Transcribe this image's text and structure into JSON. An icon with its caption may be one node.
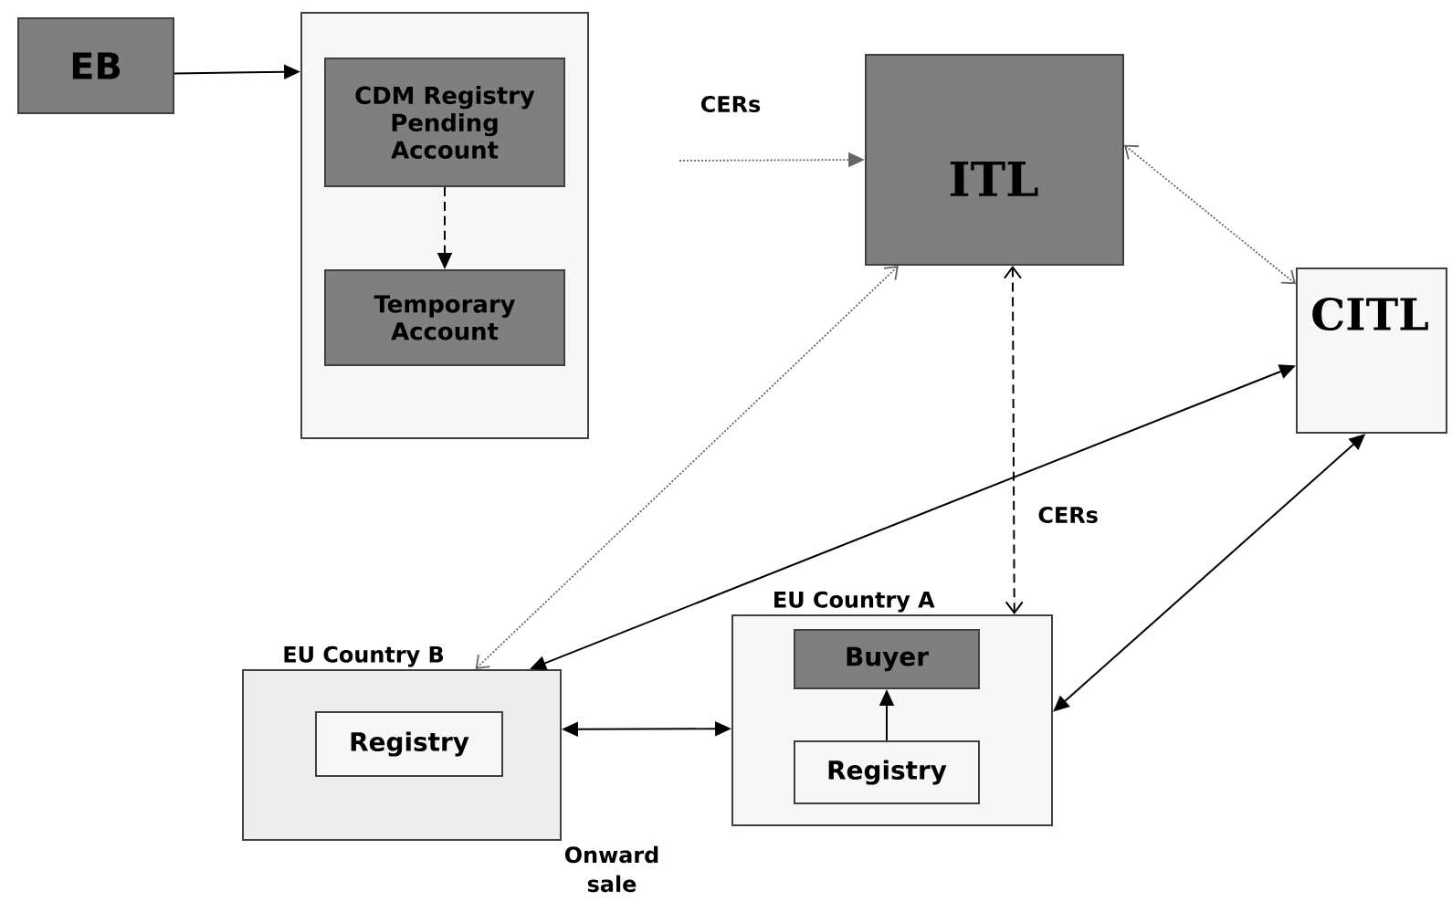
{
  "diagram": {
    "nodes": [
      {
        "text": [
          "EB"
        ]
      },
      {
        "text": [],
        "shape": "box"
      },
      {
        "text": [
          "CDM Registry Pending Account"
        ],
        "in": 1
      },
      {
        "text": [
          "Temporary Account"
        ],
        "in": 1
      },
      {
        "text": [
          "ITL"
        ]
      },
      {
        "text": [
          "CITL"
        ]
      },
      {
        "text": [
          "EU Country B"
        ]
      },
      {
        "text": [
          "Registry"
        ],
        "in": 6
      },
      {
        "text": [
          "EU Country A"
        ]
      },
      {
        "text": [
          "Buyer"
        ],
        "in": 8
      },
      {
        "text": [
          "Registry"
        ],
        "in": 8
      }
    ],
    "edges": [
      {
        "from": 0,
        "to": 1,
        "arrow": "to"
      },
      {
        "from": 2,
        "to": 3,
        "arrow": "to",
        "style": "dashed"
      },
      {
        "from": null,
        "to": 4,
        "arrow": "to",
        "style": "dashed",
        "color": "#666666",
        "label": "CERs"
      },
      {
        "from": 4,
        "to": 5,
        "arrow": "both",
        "style": "dashed",
        "color": "#666666"
      },
      {
        "from": 6,
        "to": 4,
        "arrow": "both",
        "style": "dashed",
        "color": "#666666"
      },
      {
        "from": 4,
        "to": 8,
        "arrow": "both",
        "style": "dashed",
        "label": "CERs"
      },
      {
        "from": 6,
        "to": 5,
        "arrow": "both"
      },
      {
        "from": 8,
        "to": 5,
        "arrow": "both"
      },
      {
        "from": 6,
        "to": 8,
        "arrow": "both"
      },
      {
        "from": 10,
        "to": 9,
        "arrow": "to"
      }
    ],
    "labels": [
      "Onward sale"
    ]
  }
}
